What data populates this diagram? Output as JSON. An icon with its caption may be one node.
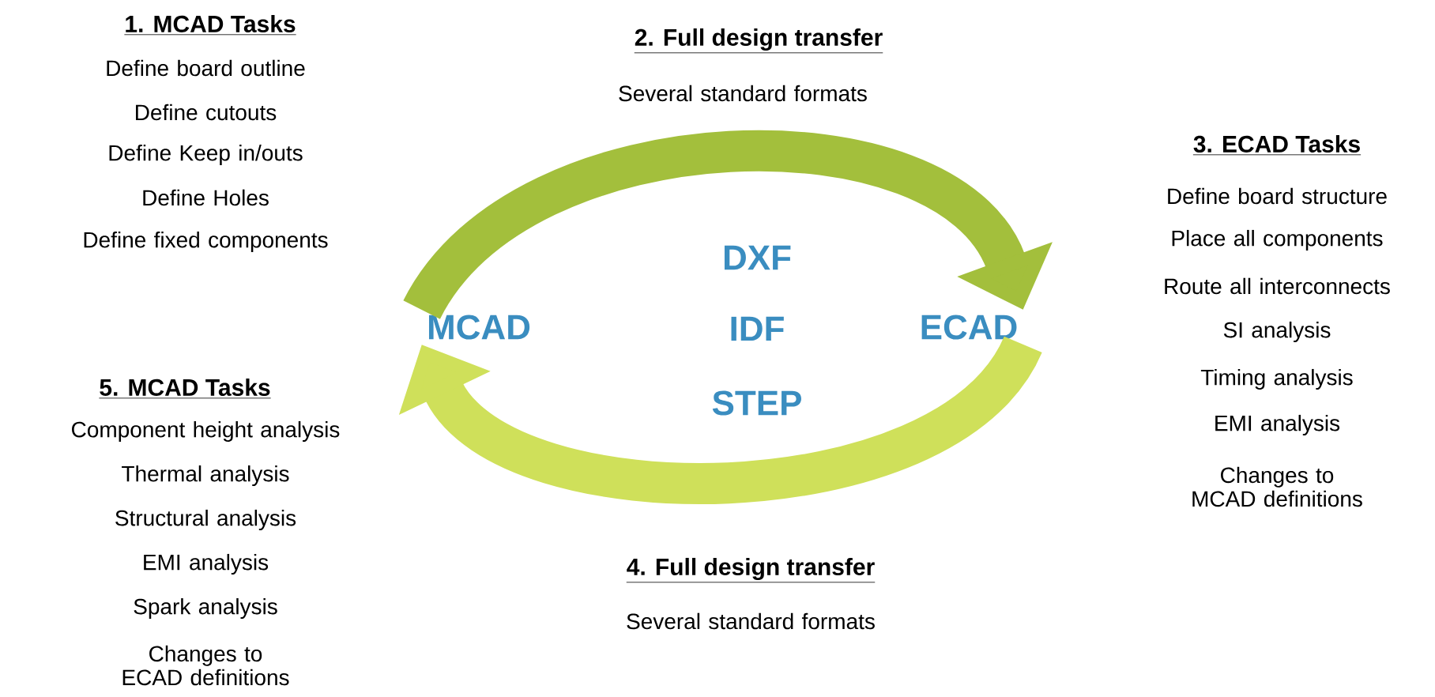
{
  "diagram": {
    "nodes": [
      {
        "text": [
          "MCAD"
        ]
      },
      {
        "text": [
          "ECAD"
        ]
      }
    ],
    "edges": [
      {
        "from": 0,
        "to": 1,
        "arrow": "to",
        "color": "#a3bf3c"
      },
      {
        "from": 1,
        "to": 0,
        "arrow": "to",
        "color": "#cfe05a"
      }
    ],
    "labels": [
      "1. MCAD Tasks",
      "Define board outline",
      "Define cutouts",
      "Define Keep in/outs",
      "Define Holes",
      "Define fixed components",
      "2. Full design transfer",
      "Several standard formats",
      "3. ECAD Tasks",
      "Define board structure",
      "Place all components",
      "Route all interconnects",
      "SI analysis",
      "Timing analysis",
      "EMI analysis",
      "Changes to MCAD definitions",
      "DXF",
      "IDF",
      "STEP",
      "5. MCAD Tasks",
      "Component height analysis",
      "Thermal analysis",
      "Structural analysis",
      "EMI analysis",
      "Spark analysis",
      "Changes to ECAD definitions",
      "4. Full design transfer",
      "Several standard formats"
    ]
  }
}
